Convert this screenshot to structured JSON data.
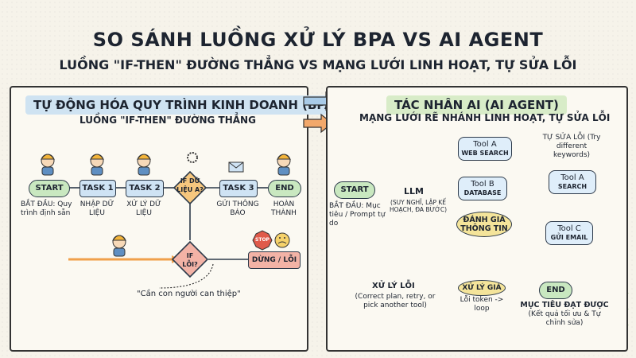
{
  "title": "SO SÁNH LUỒNG XỬ LÝ BPA VS AI AGENT",
  "subtitle": "LUỒNG \"IF-THEN\" ĐƯỜNG THẲNG VS MẠNG LƯỚI LINH HOẠT, TỰ SỬA LỖI",
  "bpa": {
    "header": "TỰ ĐỘNG HÓA QUY TRÌNH KINH DOANH (BPA)",
    "subheader": "LUỒNG \"IF-THEN\" ĐƯỜNG THẲNG",
    "start": "START",
    "start_note": "BẮT ĐẦU: Quy trình định sẵn",
    "task1": "TASK 1",
    "task1_note": "NHẬP DỮ LIỆU",
    "task2": "TASK 2",
    "task2_note": "XỬ LÝ DỮ LIỆU",
    "decision1": "IF DỮ LIỆU A?",
    "task3": "TASK 3",
    "task3_note": "GỬI THÔNG BÁO",
    "end": "END",
    "end_note": "HOÀN THÀNH",
    "decision2": "IF LỖI?",
    "stop_sign": "STOP",
    "stop": "DỪNG / LỖI",
    "human_note": "\"Cần con người can thiệp\""
  },
  "agent": {
    "header": "TÁC NHÂN AI (AI AGENT)",
    "subheader": "MẠNG LƯỚI RẼ NHÁNH LINH HOẠT, TỰ SỬA LỖI",
    "start": "START",
    "start_note": "BẮT ĐẦU: Mục tiêu / Prompt tự do",
    "llm": "LLM",
    "llm_note": "(SUY NGHĨ, LẬP KẾ HOẠCH, ĐA BƯỚC)",
    "tool_a1": "Tool A",
    "tool_a1_sub": "WEB SEARCH",
    "tool_b": "Tool B",
    "tool_b_sub": "DATABASE",
    "self_fix": "TỰ SỬA LỖI (Try different keywords)",
    "tool_a2": "Tool A",
    "tool_a2_sub": "SEARCH",
    "evaluate": "ĐÁNH GIÁ THÔNG TIN",
    "tool_c": "Tool C",
    "tool_c_sub": "GỬI EMAIL",
    "error": "XỬ LÝ LỖI",
    "error_note": "(Correct plan, retry, or pick another tool)",
    "price": "XỬ LÝ GIÁ",
    "price_note": "Lỗi token -> loop",
    "end": "END",
    "end_note": "MỤC TIÊU ĐẠT ĐƯỢC",
    "end_sub": "(Kết quả tối ưu & Tự chỉnh sửa)"
  },
  "colors": {
    "blue_header": "#cfe3f2",
    "green_header": "#d8ecc8",
    "green_node": "#c9e8c0",
    "blue_node": "#cfe3f4",
    "orange": "#f6c77e",
    "red": "#f3b3a6",
    "yellow": "#f4e49a",
    "arrow_orange": "#f0a04b"
  }
}
